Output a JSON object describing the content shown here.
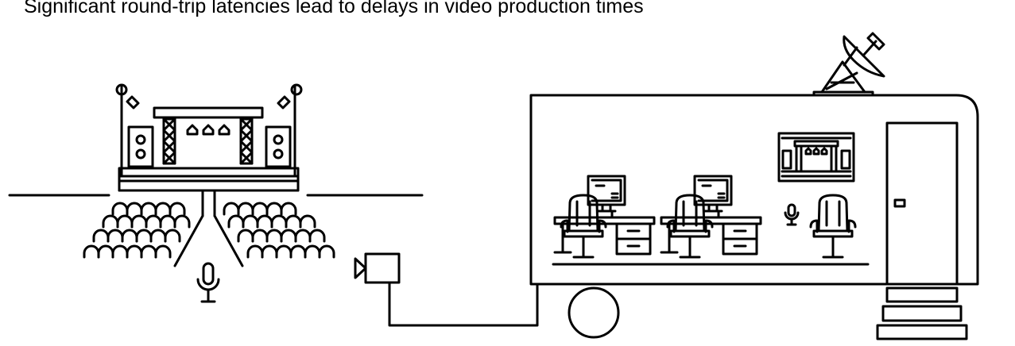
{
  "caption": "Significant round-trip latencies lead to delays in video production times",
  "colors": {
    "stroke": "#000000",
    "background": "#ffffff"
  },
  "icons": [
    "concert-stage",
    "crowd",
    "microphone",
    "video-camera",
    "broadcast-truck",
    "satellite-dish",
    "operator-desk",
    "monitor",
    "office-chair",
    "stage-preview-monitor",
    "truck-door",
    "truck-steps",
    "wheel",
    "camera-cable"
  ]
}
